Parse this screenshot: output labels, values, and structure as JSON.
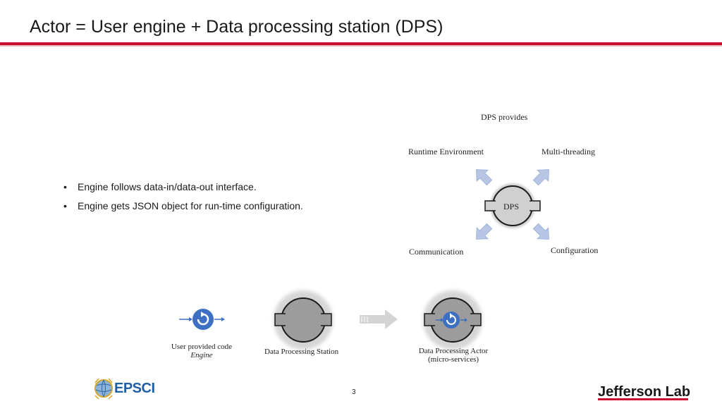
{
  "slide": {
    "title": "Actor = User engine + Data processing station (DPS)",
    "page_number": "3"
  },
  "bullets": [
    "Engine follows data-in/data-out interface.",
    "Engine gets JSON object for run-time configuration."
  ],
  "bullet_marker": "•",
  "dps_diagram": {
    "header": "DPS provides",
    "center": "DPS",
    "top_left": "Runtime Environment",
    "top_right": "Multi-threading",
    "bottom_left": "Communication",
    "bottom_right": "Configuration"
  },
  "bottom_row": {
    "engine_label_line1": "User provided code",
    "engine_label_line2": "Engine",
    "station_label": "Data Processing Station",
    "actor_label_line1": "Data Processing Actor",
    "actor_label_line2": "(micro-services)"
  },
  "logos": {
    "epsci": "EPSCI",
    "jlab": "Jefferson Lab"
  },
  "colors": {
    "accent_red": "#c8102e",
    "engine_blue": "#3d6fc2",
    "station_gray": "#9c9c9c",
    "arrow_blue_light": "#b7c6e4"
  }
}
